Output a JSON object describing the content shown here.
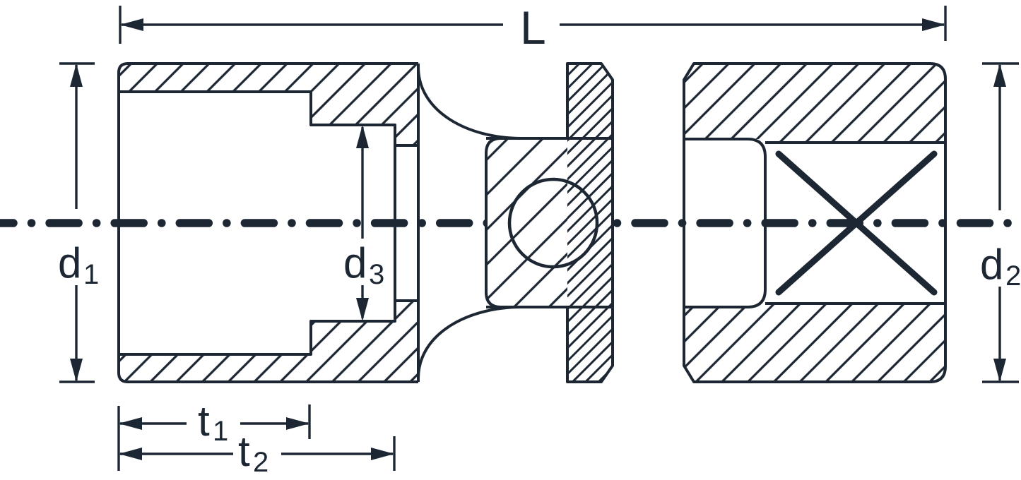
{
  "colors": {
    "ink": "#1d2733",
    "background": "#ffffff"
  },
  "dimensions": {
    "overall_length": "L",
    "d1": {
      "base": "d",
      "sub": "1"
    },
    "d2": {
      "base": "d",
      "sub": "2"
    },
    "d3": {
      "base": "d",
      "sub": "3"
    },
    "t1": {
      "base": "t",
      "sub": "1"
    },
    "t2": {
      "base": "t",
      "sub": "2"
    }
  }
}
